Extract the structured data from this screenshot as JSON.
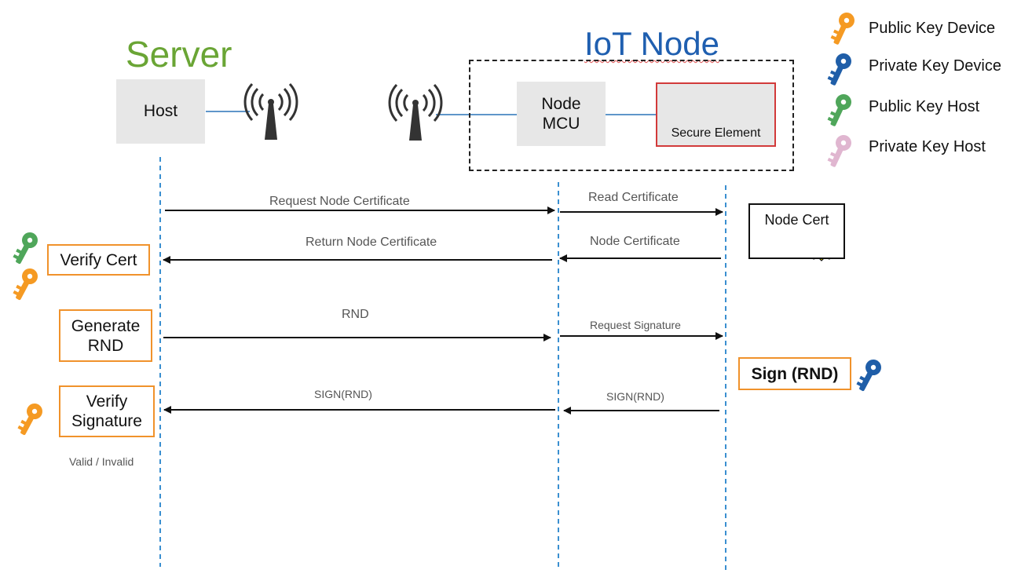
{
  "server": {
    "title": "Server",
    "host_label": "Host"
  },
  "iot": {
    "title": "IoT Node",
    "node_mcu_label_line1": "Node",
    "node_mcu_label_line2": "MCU",
    "secure_element_label": "Secure Element"
  },
  "legend": {
    "items": [
      {
        "label": "Public Key Device",
        "color": "#f59a23"
      },
      {
        "label": "Private Key Device",
        "color": "#1f5ea8"
      },
      {
        "label": "Public Key Host",
        "color": "#4fa65a"
      },
      {
        "label": "Private Key Host",
        "color": "#e0b6d0"
      }
    ]
  },
  "messages": {
    "request_node_cert": "Request Node Certificate",
    "read_cert": "Read Certificate",
    "return_node_cert": "Return Node Certificate",
    "node_cert": "Node Certificate",
    "rnd": "RND",
    "request_signature": "Request Signature",
    "sign_rnd_left": "SIGN(RND)",
    "sign_rnd_right": "SIGN(RND)"
  },
  "steps": {
    "verify_cert": "Verify Cert",
    "generate_rnd_line1": "Generate",
    "generate_rnd_line2": "RND",
    "verify_signature_line1": "Verify",
    "verify_signature_line2": "Signature",
    "valid_invalid": "Valid / Invalid",
    "sign_rnd": "Sign (RND)"
  },
  "node_cert_card": {
    "label": "Node Cert",
    "seal_color": "#f2e400"
  },
  "colors": {
    "server_green": "#6aa535",
    "iot_blue": "#1f5fb0",
    "step_orange": "#f0922b",
    "lifeline_blue": "#3a8fd0",
    "secure_red": "#d23a3a"
  }
}
